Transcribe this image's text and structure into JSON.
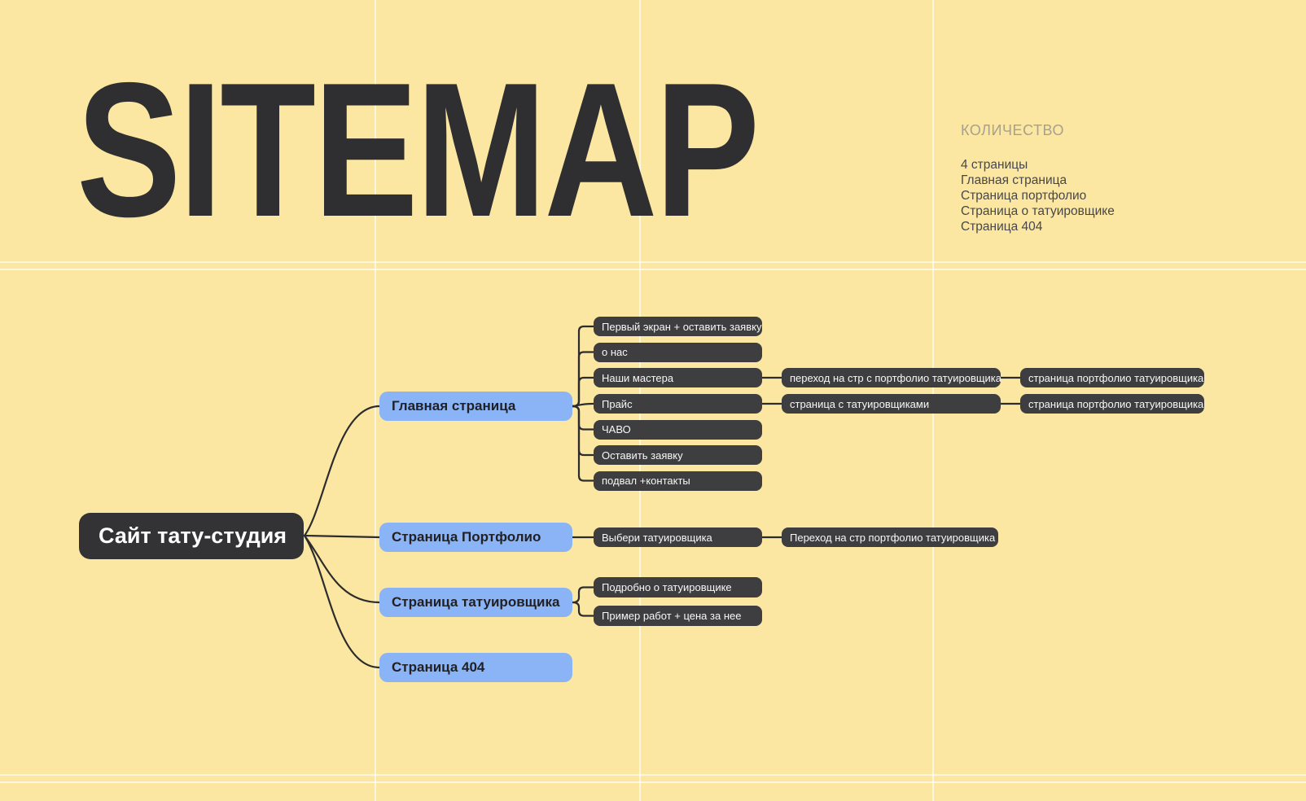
{
  "header": {
    "title": "SITEMAP",
    "stats": {
      "label": "КОЛИЧЕСТВО",
      "items": [
        "4 страницы",
        "Главная страница",
        "Страница портфолио",
        "Страница о татуировщике",
        "Страница 404"
      ]
    }
  },
  "colors": {
    "background": "#FBE7A2",
    "node_dark": "#3E3E41",
    "node_root": "#333336",
    "node_blue": "#8AB4F6",
    "connector": "#2C2C2E",
    "title_text": "#2F2F31"
  },
  "tree": {
    "root": {
      "label": "Сайт тату-студия"
    },
    "branches": [
      {
        "label": "Главная страница",
        "children": [
          {
            "label": "Первый экран + оставить заявку"
          },
          {
            "label": "о нас"
          },
          {
            "label": "Наши мастера",
            "children": [
              {
                "label": "переход на стр с портфолио татуировщика",
                "children": [
                  {
                    "label": "страница портфолио татуировщика"
                  }
                ]
              }
            ]
          },
          {
            "label": "Прайс",
            "children": [
              {
                "label": "страница с татуировщиками",
                "children": [
                  {
                    "label": "страница портфолио татуировщика"
                  }
                ]
              }
            ]
          },
          {
            "label": "ЧАВО"
          },
          {
            "label": "Оставить заявку"
          },
          {
            "label": "подвал +контакты"
          }
        ]
      },
      {
        "label": "Страница Портфолио",
        "children": [
          {
            "label": "Выбери татуировщика",
            "children": [
              {
                "label": "Переход на стр портфолио татуировщика"
              }
            ]
          }
        ]
      },
      {
        "label": "Страница татуировщика",
        "children": [
          {
            "label": "Подробно о татуировщике"
          },
          {
            "label": "Пример работ + цена за нее"
          }
        ]
      },
      {
        "label": "Страница 404"
      }
    ]
  }
}
